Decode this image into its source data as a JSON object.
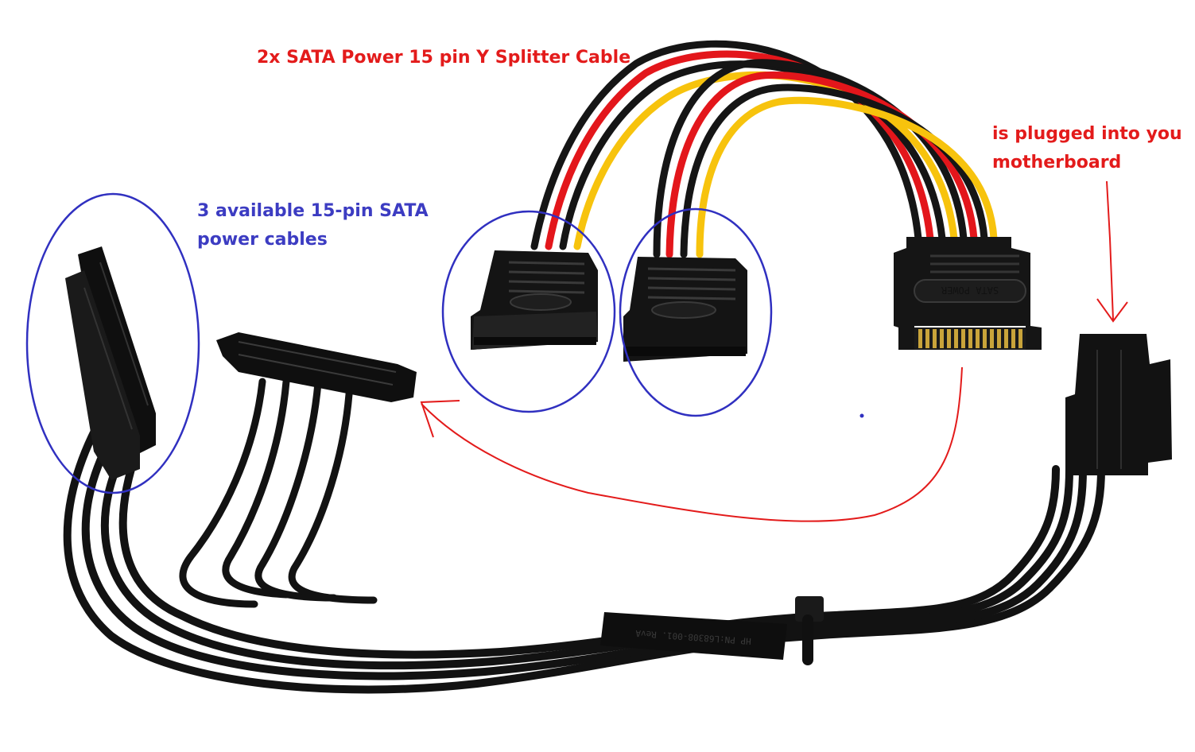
{
  "annotations": {
    "splitter_label": "2x SATA Power 15 pin Y Splitter Cable",
    "plugged_label_line1": "is plugged into you",
    "plugged_label_line2": "motherboard",
    "available_label_line1": "3 available 15-pin SATA",
    "available_label_line2": "power cables"
  },
  "printed_on_parts": {
    "sata_connector_text": "SATA POWER",
    "cable_part_number": "HP PN:L68308-001. RevA"
  },
  "colors": {
    "red_annotation": "#e31b1b",
    "blue_annotation": "#3c3cc2",
    "wire_black": "#151515",
    "wire_red": "#e3161b",
    "wire_yellow": "#f7c30d"
  }
}
